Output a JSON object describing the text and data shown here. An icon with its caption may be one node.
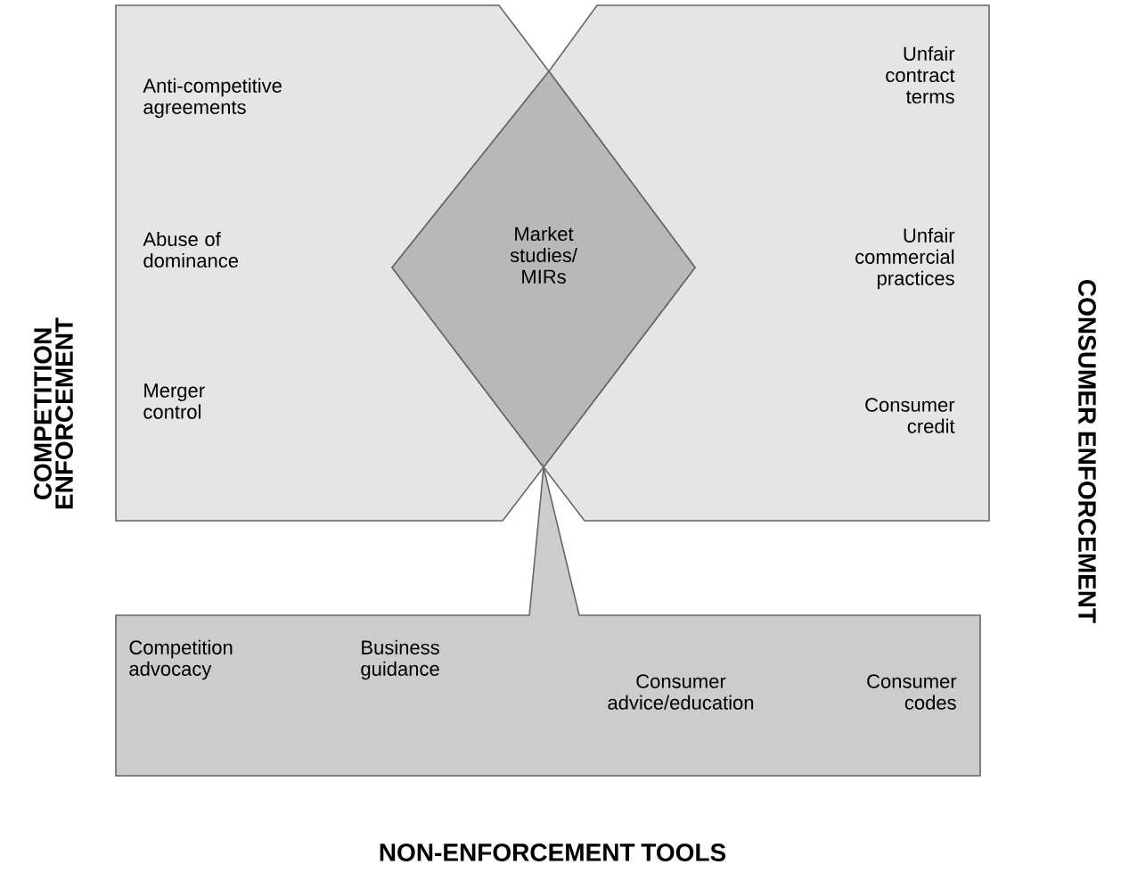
{
  "diagram": {
    "nodes": [
      {
        "text": [
          "COMPETITION ENFORCEMENT",
          "Anti-competitive agreements",
          "Abuse of dominance",
          "Merger control"
        ]
      },
      {
        "text": [
          "CONSUMER ENFORCEMENT",
          "Unfair contract terms",
          "Unfair commercial practices",
          "Consumer credit"
        ]
      },
      {
        "text": [
          "Market studies/ MIRs"
        ]
      },
      {
        "text": [
          "NON-ENFORCEMENT TOOLS",
          "Competition advocacy",
          "Business guidance",
          "Consumer advice/education",
          "Consumer codes"
        ]
      }
    ],
    "edges": []
  }
}
